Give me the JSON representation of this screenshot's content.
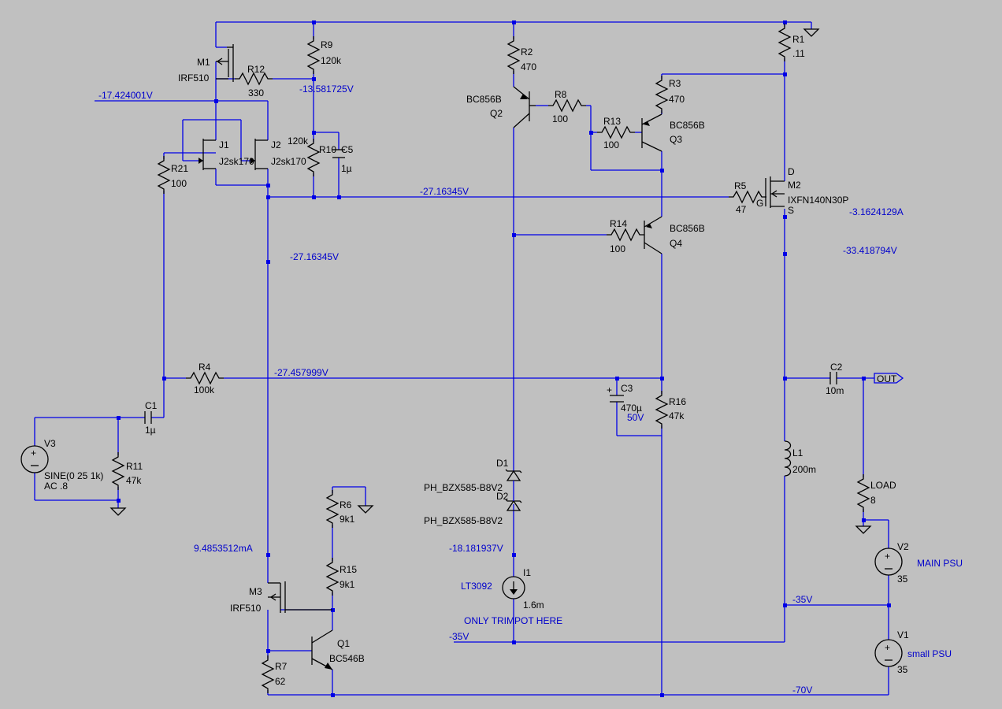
{
  "components": {
    "r1": {
      "name": "R1",
      "value": ".11"
    },
    "r2": {
      "name": "R2",
      "value": "470"
    },
    "r3": {
      "name": "R3",
      "value": "470"
    },
    "r4": {
      "name": "R4",
      "value": "100k"
    },
    "r5": {
      "name": "R5",
      "value": "47"
    },
    "r6": {
      "name": "R6",
      "value": "9k1"
    },
    "r7": {
      "name": "R7",
      "value": "62"
    },
    "r8": {
      "name": "R8",
      "value": "100"
    },
    "r9": {
      "name": "R9",
      "value": "120k"
    },
    "r10": {
      "name": "R10",
      "value": "120k"
    },
    "r11": {
      "name": "R11",
      "value": "47k"
    },
    "r12": {
      "name": "R12",
      "value": "330"
    },
    "r13": {
      "name": "R13",
      "value": "100"
    },
    "r14": {
      "name": "R14",
      "value": "100"
    },
    "r15": {
      "name": "R15",
      "value": "9k1"
    },
    "r16": {
      "name": "R16",
      "value": "47k"
    },
    "r21": {
      "name": "R21",
      "value": "100"
    },
    "load": {
      "name": "LOAD",
      "value": "8"
    },
    "c1": {
      "name": "C1",
      "value": "1µ"
    },
    "c2": {
      "name": "C2",
      "value": "10m"
    },
    "c3": {
      "name": "C3",
      "value": "470µ",
      "rating": "50V"
    },
    "c5": {
      "name": "C5",
      "value": "1µ"
    },
    "l1": {
      "name": "L1",
      "value": "200m"
    },
    "m1": {
      "name": "M1",
      "model": "IRF510"
    },
    "m2": {
      "name": "M2",
      "model": "IXFN140N30P",
      "pin_d": "D",
      "pin_g": "G",
      "pin_s": "S"
    },
    "m3": {
      "name": "M3",
      "model": "IRF510"
    },
    "j1": {
      "name": "J1",
      "model": "J2sk170"
    },
    "j2": {
      "name": "J2",
      "model": "J2sk170"
    },
    "q1": {
      "name": "Q1",
      "model": "BC546B"
    },
    "q2": {
      "name": "Q2",
      "model": "BC856B"
    },
    "q3": {
      "name": "Q3",
      "model": "BC856B"
    },
    "q4": {
      "name": "Q4",
      "model": "BC856B"
    },
    "d1": {
      "name": "D1",
      "model": "PH_BZX585-B8V2"
    },
    "d2": {
      "name": "D2",
      "model": "PH_BZX585-B8V2"
    },
    "i1": {
      "name": "I1",
      "model": "LT3092",
      "value": "1.6m"
    },
    "v1": {
      "name": "V1",
      "value": "35",
      "comment": "small PSU"
    },
    "v2": {
      "name": "V2",
      "value": "35",
      "comment": "MAIN PSU"
    },
    "v3": {
      "name": "V3",
      "value": "SINE(0 25 1k)",
      "ac": "AC .8"
    }
  },
  "net_labels": {
    "n1": "-17.424001V",
    "n2": "-13.581725V",
    "n3": "-27.16345V",
    "n4": "-27.16345V",
    "n5": "-27.457999V",
    "n6": "-3.1624129A",
    "n7": "-33.418794V",
    "n8": "9.4853512mA",
    "n9": "-18.181937V",
    "n10": "-35V",
    "n11": "-35V",
    "n12": "-70V"
  },
  "notes": {
    "trimpot": "ONLY TRIMPOT HERE"
  },
  "ports": {
    "out": "OUT"
  },
  "colors": {
    "background": "#c0c0c0",
    "wire": "#0000e6",
    "component": "#000000",
    "net_label": "#0000cc"
  }
}
